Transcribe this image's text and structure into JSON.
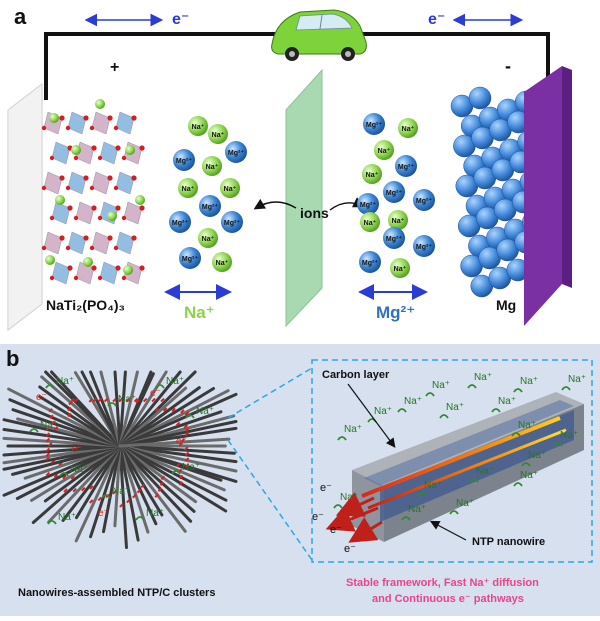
{
  "panel_a": {
    "label": "a",
    "electron_left": "e⁻",
    "electron_right": "e⁻",
    "plus": "+",
    "minus": "-",
    "left_electrode": "NaTi₂(PO₄)₃",
    "right_electrode": "Mg",
    "separator_label": "ions",
    "na_ion_label": "Na⁺",
    "mg_ion_label": "Mg²⁺",
    "sphere_na": "Na⁺",
    "sphere_mg": "Mg²⁺",
    "colors": {
      "wire": "#111111",
      "arrow": "#2a3bd6",
      "na": "#8bd44a",
      "mg": "#2f6fc4",
      "separator": "#a9d9b0",
      "mg_plate": "#7a2fa3"
    }
  },
  "panel_b": {
    "label": "b",
    "cluster_label": "Nanowires-assembled NTP/C clusters",
    "carbon_layer": "Carbon layer",
    "nanowire_label": "NTP nanowire",
    "na_label": "Na⁺",
    "electron_label": "e⁻",
    "caption_line1": "Stable framework, Fast  Na⁺ diffusion",
    "caption_line2": "and Continuous e⁻ pathways",
    "colors": {
      "background": "#d6e0ee",
      "caption": "#e8458b",
      "dashed": "#2aa9e0"
    }
  }
}
